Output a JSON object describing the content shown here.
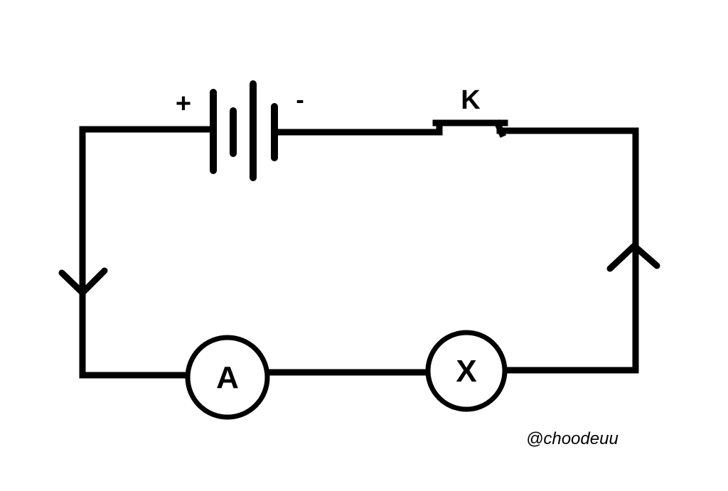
{
  "diagram": {
    "battery": {
      "positive_label": "+",
      "negative_label": "-"
    },
    "switch": {
      "label": "K"
    },
    "ammeter": {
      "label": "A"
    },
    "component": {
      "label": "X"
    },
    "current_arrows": {
      "left": "down",
      "right": "up"
    },
    "watermark": "@choodeuu",
    "colors": {
      "line": "#000000",
      "background": "#ffffff"
    }
  }
}
